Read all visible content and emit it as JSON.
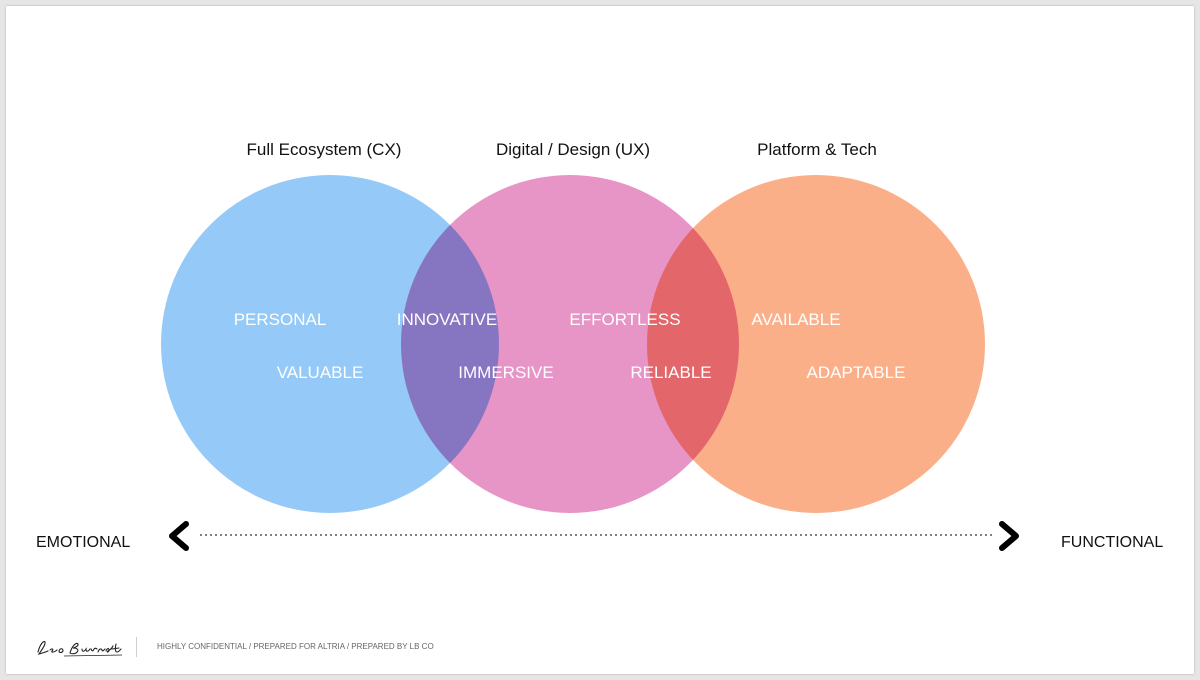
{
  "headings": {
    "cx": "Full Ecosystem (CX)",
    "ux": "Digital / Design (UX)",
    "tech": "Platform & Tech"
  },
  "words": {
    "personal": "PERSONAL",
    "valuable": "VALUABLE",
    "innovative": "INNOVATIVE",
    "immersive": "IMMERSIVE",
    "effortless": "EFFORTLESS",
    "reliable": "RELIABLE",
    "available": "AVAILABLE",
    "adaptable": "ADAPTABLE"
  },
  "axis": {
    "left_label": "EMOTIONAL",
    "right_label": "FUNCTIONAL"
  },
  "footer": {
    "text": "HIGHLY CONFIDENTIAL / PREPARED FOR ALTRIA / PREPARED BY LB CO",
    "logo": "Leo Burnett"
  },
  "colors": {
    "cx_circle": "#88c3f7",
    "ux_circle": "#e485be",
    "tech_circle": "#fba67c",
    "word_text": "#ffffff"
  }
}
